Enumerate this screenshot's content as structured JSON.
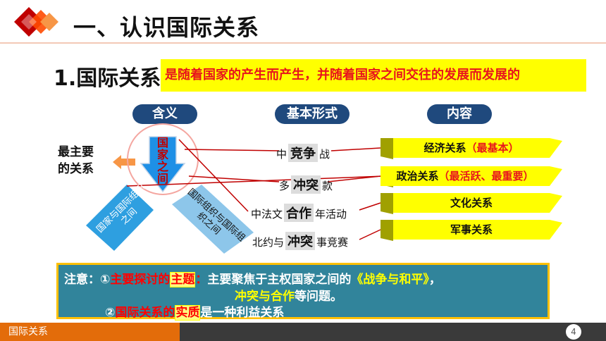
{
  "title": "一、认识国际关系",
  "subtitle": {
    "label": "1.国际关系",
    "highlight": "是随着国家的产生而产生，并随着国家之间交往的发展而发展的"
  },
  "headers": {
    "meaning": "含义",
    "forms": "基本形式",
    "content": "内容"
  },
  "left_label": "最主要的关系",
  "left_label_lines": [
    "最主要",
    "的关系"
  ],
  "arrow_labels": {
    "center": "国家之间",
    "left": "国家与国际组织之间",
    "right": "国际组织与国际组织之间"
  },
  "forms": [
    {
      "prefix": "中",
      "word": "竞争",
      "suffix": "战"
    },
    {
      "prefix": "多",
      "word": "冲突",
      "suffix": "款"
    },
    {
      "prefix": "中法文",
      "word": "合作",
      "suffix": "年活动"
    },
    {
      "prefix": "北约与",
      "word": "冲突",
      "suffix": "事竞赛"
    }
  ],
  "content": [
    {
      "main": "经济关系",
      "note": "（最基本）"
    },
    {
      "main": "政治关系",
      "note": "（最活跃、最重要）"
    },
    {
      "main": "文化关系",
      "note": ""
    },
    {
      "main": "军事关系",
      "note": ""
    }
  ],
  "note": {
    "prefix": "注意：",
    "item1_num": "①",
    "item1_red": "主要探讨的",
    "item1_box": "主题",
    "item1_colon": "：",
    "item1_text": "主要聚焦于主权国家之间的",
    "item1_yellow": "《战争与和平》",
    "item1_tail": "，",
    "item1_line2_yellow": "冲突与合作",
    "item1_line2_text": "等问题。",
    "item2_num": "②",
    "item2_red": "国际关系的",
    "item2_box": "实质",
    "item2_text": "是一种利益关系"
  },
  "footer": {
    "label": "国际关系",
    "page": "4"
  },
  "colors": {
    "header_bg": "#1f497d",
    "highlight_bg": "#ffff00",
    "red": "#e8141c",
    "note_bg": "#31849b",
    "footer_orange": "#e36c0a",
    "footer_dark": "#3a3a3a"
  }
}
